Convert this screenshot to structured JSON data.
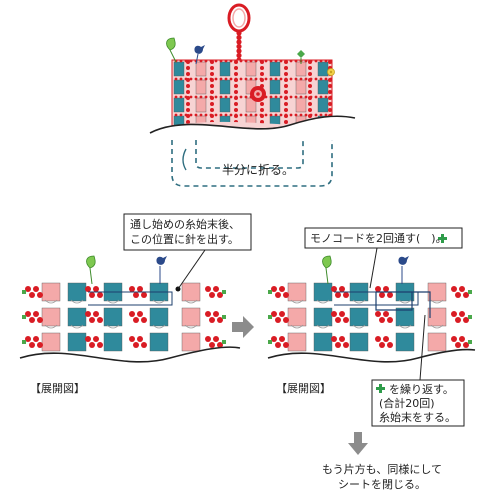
{
  "top_diagram": {
    "fold_label": "半分に折る。"
  },
  "left_diagram": {
    "callout_line1": "通し始めの糸始末後、",
    "callout_line2": "この位置に針を出す。",
    "caption": "【展開図】"
  },
  "right_diagram": {
    "callout_top_prefix": "モノコードを2回通す(",
    "callout_top_suffix": ")。",
    "callout_bottom_line1_suffix": "を繰り返す。",
    "callout_bottom_line2": "(合計20回)",
    "callout_bottom_line3": "糸始末をする。",
    "caption": "【展開図】"
  },
  "final_note": {
    "line1": "もう片方も、同様にして",
    "line2": "シートを閉じる。"
  },
  "colors": {
    "teal": "#2f8a9c",
    "pink": "#f4a9a9",
    "red": "#d91c24",
    "green": "#4aa84a",
    "cord": "#1c3f6e",
    "arrow": "#8c8c8c",
    "dashed": "#2f6e80"
  },
  "icons": [
    "leaf-charm-icon",
    "bird-charm-icon",
    "clover-charm-icon",
    "flower-charm-icon",
    "loop-ring-icon",
    "plus-mark-icon",
    "down-arrow-icon",
    "right-arrow-icon"
  ]
}
